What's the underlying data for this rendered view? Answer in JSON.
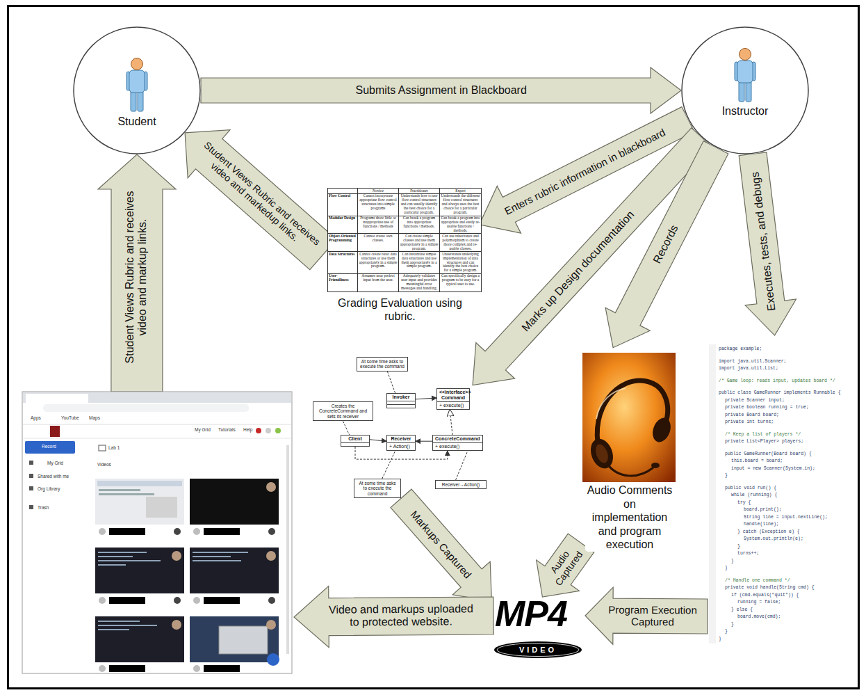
{
  "diagram": {
    "nodes": [
      {
        "text": [
          "Student"
        ]
      },
      {
        "text": [
          "Instructor"
        ]
      },
      {
        "text": [
          "Grading Evaluation using rubric."
        ]
      },
      {
        "text": [
          "At some time asks to execute the command"
        ]
      },
      {
        "text": [
          "Invoker"
        ]
      },
      {
        "text": [
          "<<interface>> Command",
          "+ execute()"
        ]
      },
      {
        "text": [
          "Creates the ConcreteCommand and sets its receiver"
        ]
      },
      {
        "text": [
          "Client"
        ]
      },
      {
        "text": [
          "Receiver",
          "+ Action()"
        ]
      },
      {
        "text": [
          "ConcreteCommand",
          "+ execute()"
        ]
      },
      {
        "text": [
          "At some time asks to execute the command"
        ]
      },
      {
        "text": [
          "Receiver→Action()"
        ]
      },
      {
        "text": [
          "Audio Comments on implementation and program execution"
        ]
      },
      {
        "text": [
          "package example;",
          "import java.util.Scanner;",
          "import java.util.List;",
          "/* Game loop: reads input, updates board */",
          "public class GameRunner implements Runnable {",
          "private Scanner input;",
          "private boolean running = true;",
          "private Board board;",
          "private int turns;",
          "/* Keep a list of players */",
          "private List<Player> players;",
          "public GameRunner(Board board) {",
          "this.board = board;",
          "input = new Scanner(System.in);",
          "}",
          "public void run() {",
          "while (running) {",
          "try {",
          "board.print();",
          "String line = input.nextLine();",
          "handle(line);",
          "} catch (Exception e) {",
          "System.out.println(e);",
          "}",
          "turns++;",
          "}",
          "}",
          "/* Handle one command */",
          "private void handle(String cmd) {",
          "if (cmd.equals(\"quit\")) {",
          "running = false;",
          "} else {",
          "board.move(cmd);",
          "}",
          "}",
          "}"
        ]
      },
      {
        "text": [
          "Apps",
          "YouTube",
          "Maps",
          "My Grid",
          "Tutorials",
          "Help",
          "Record",
          "Lab 1",
          "My Grid",
          "Videos",
          "Shared with me",
          "Org Library",
          "Trash"
        ]
      },
      {
        "text": [
          "MP4",
          "VIDEO"
        ]
      }
    ],
    "edges": [
      {
        "from": 0,
        "to": 1,
        "arrow": "to",
        "label": "Submits Assignment in Blackboard"
      },
      {
        "from": 2,
        "to": 0,
        "arrow": "to",
        "label": "Student Views Rubric and receives video and markedup links."
      },
      {
        "from": 1,
        "to": 2,
        "arrow": "to",
        "label": "Enters rubric information in blackboard"
      },
      {
        "from": 1,
        "to": 5,
        "arrow": "to",
        "label": "Marks up Design documentation"
      },
      {
        "from": 1,
        "to": 12,
        "arrow": "to",
        "label": "Records"
      },
      {
        "from": 1,
        "to": 13,
        "arrow": "to",
        "label": "Executes, tests, and debugs"
      },
      {
        "from": 10,
        "to": 15,
        "arrow": "to",
        "label": "Markups Captured"
      },
      {
        "from": 12,
        "to": 15,
        "arrow": "to",
        "label": "Audio Captured"
      },
      {
        "from": 13,
        "to": 15,
        "arrow": "to",
        "label": "Program Execution Captured"
      },
      {
        "from": 15,
        "to": 14,
        "arrow": "to",
        "label": "Video and markups uploaded to protected website."
      },
      {
        "from": 14,
        "to": 0,
        "arrow": "to",
        "label": "Student Views Rubric and receives video and markup links."
      },
      {
        "from": 4,
        "to": 5,
        "arrow": "to"
      },
      {
        "from": 9,
        "to": 5,
        "arrow": "to"
      },
      {
        "from": 7,
        "to": 8,
        "arrow": "to"
      },
      {
        "from": 9,
        "to": 8,
        "arrow": "to"
      },
      {
        "from": 7,
        "to": 9,
        "arrow": "to"
      },
      {
        "from": 3,
        "to": 4,
        "arrow": "none"
      },
      {
        "from": 6,
        "to": 7,
        "arrow": "none"
      },
      {
        "from": 10,
        "to": 8,
        "arrow": "none"
      },
      {
        "from": 11,
        "to": 9,
        "arrow": "none"
      }
    ],
    "labels": [
      "Novice",
      "Practitioner",
      "Expert",
      "Flow Control",
      "Cannot incorporate appropriate flow control structures into simple programs",
      "Understands how to use flow control structures and can usually identify the best choice for a particular program.",
      "Understands the different flow control structures and always uses the best choice for a particular program.",
      "Modular Design",
      "Programs show little or inappropriate use of functions / methods",
      "Can break a program into appropriate functions / methods.",
      "Can break a program into appropriate and easily re-usable functions / methods.",
      "Object-Oriented Programming",
      "Cannot create own classes.",
      "Can create simple classes and use them appropriately in a simple program.",
      "Can use inheritance and polymorphism to create more complex and re-usable classes.",
      "Data Structures",
      "Cannot create basic data structures or use them appropriately in a simple program.",
      "Can instantiate simple data structures and use them appropriately in a simple program.",
      "Understands underlying implementation of data structures and can identify the best choice for a simple program.",
      "User-Friendliness",
      "Assumes near perfect input from the user.",
      "Adequately validates user input and provides meaningful error messages and handling.",
      "Can specifically design a program to be easy for a typical user to use."
    ]
  }
}
